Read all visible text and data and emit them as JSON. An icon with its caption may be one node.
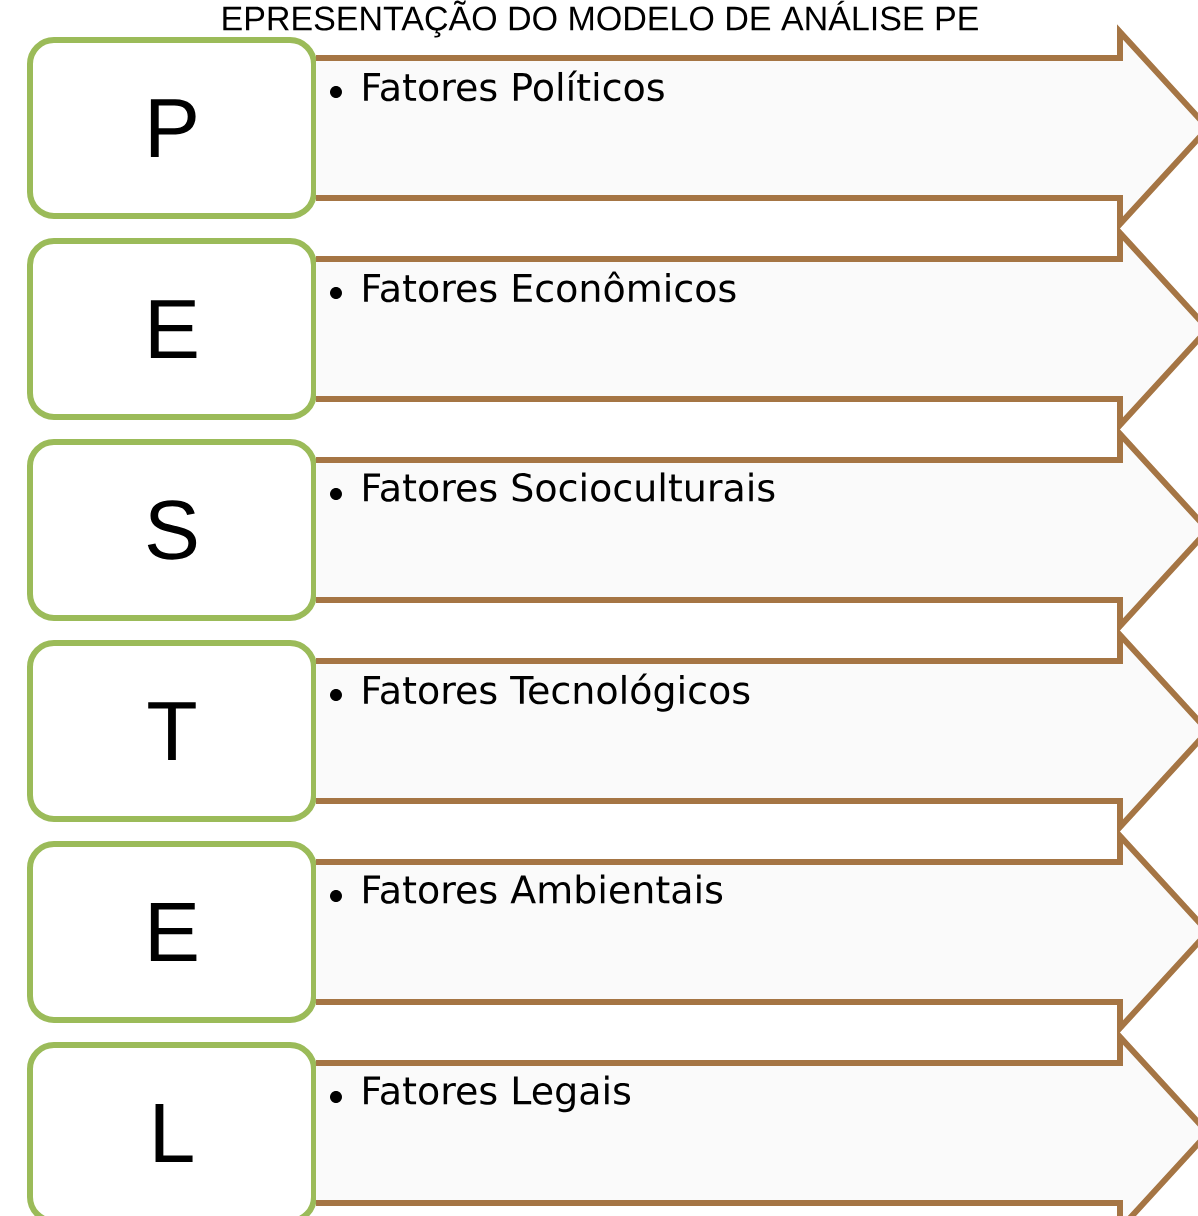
{
  "diagram": {
    "title": "EPRESENTAÇÃO DO MODELO DE ANÁLISE PE",
    "nodes": [
      {
        "text": [
          "P"
        ]
      },
      {
        "text": [
          "Fatores Políticos"
        ]
      },
      {
        "text": [
          "E"
        ]
      },
      {
        "text": [
          "Fatores Econômicos"
        ]
      },
      {
        "text": [
          "S"
        ]
      },
      {
        "text": [
          "Fatores Socioculturais"
        ]
      },
      {
        "text": [
          "T"
        ]
      },
      {
        "text": [
          "Fatores Tecnológicos"
        ]
      },
      {
        "text": [
          "E"
        ]
      },
      {
        "text": [
          "Fatores Ambientais"
        ]
      },
      {
        "text": [
          "L"
        ]
      },
      {
        "text": [
          "Fatores Legais"
        ]
      }
    ]
  }
}
